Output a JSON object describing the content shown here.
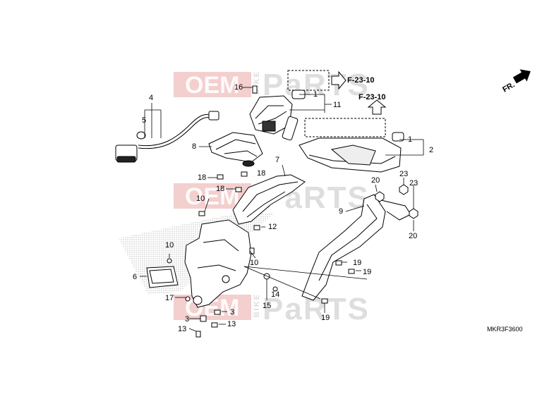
{
  "watermark": {
    "oem": "OEM",
    "bike": "BIKE",
    "parts": "PaRTS"
  },
  "orientation": {
    "label": "FR."
  },
  "refs": {
    "ref_a": "F-23-10",
    "ref_b": "F-23-10"
  },
  "diagram_code": "MKR3F3600",
  "callouts": {
    "c1a": "1",
    "c1b": "1",
    "c2": "2",
    "c3a": "3",
    "c3b": "3",
    "c4": "4",
    "c5": "5",
    "c6": "6",
    "c7": "7",
    "c8": "8",
    "c9": "9",
    "c10a": "10",
    "c10b": "10",
    "c10c": "10",
    "c11": "11",
    "c12": "12",
    "c13a": "13",
    "c13b": "13",
    "c14": "14",
    "c15": "15",
    "c16": "16",
    "c17": "17",
    "c18a": "18",
    "c18b": "18",
    "c18c": "18",
    "c19a": "19",
    "c19b": "19",
    "c19c": "19",
    "c20a": "20",
    "c20b": "20",
    "c23a": "23",
    "c23b": "23"
  },
  "colors": {
    "watermark_red": "#e9a7a5",
    "line": "#000000",
    "hatch": "#9a9a9a"
  }
}
